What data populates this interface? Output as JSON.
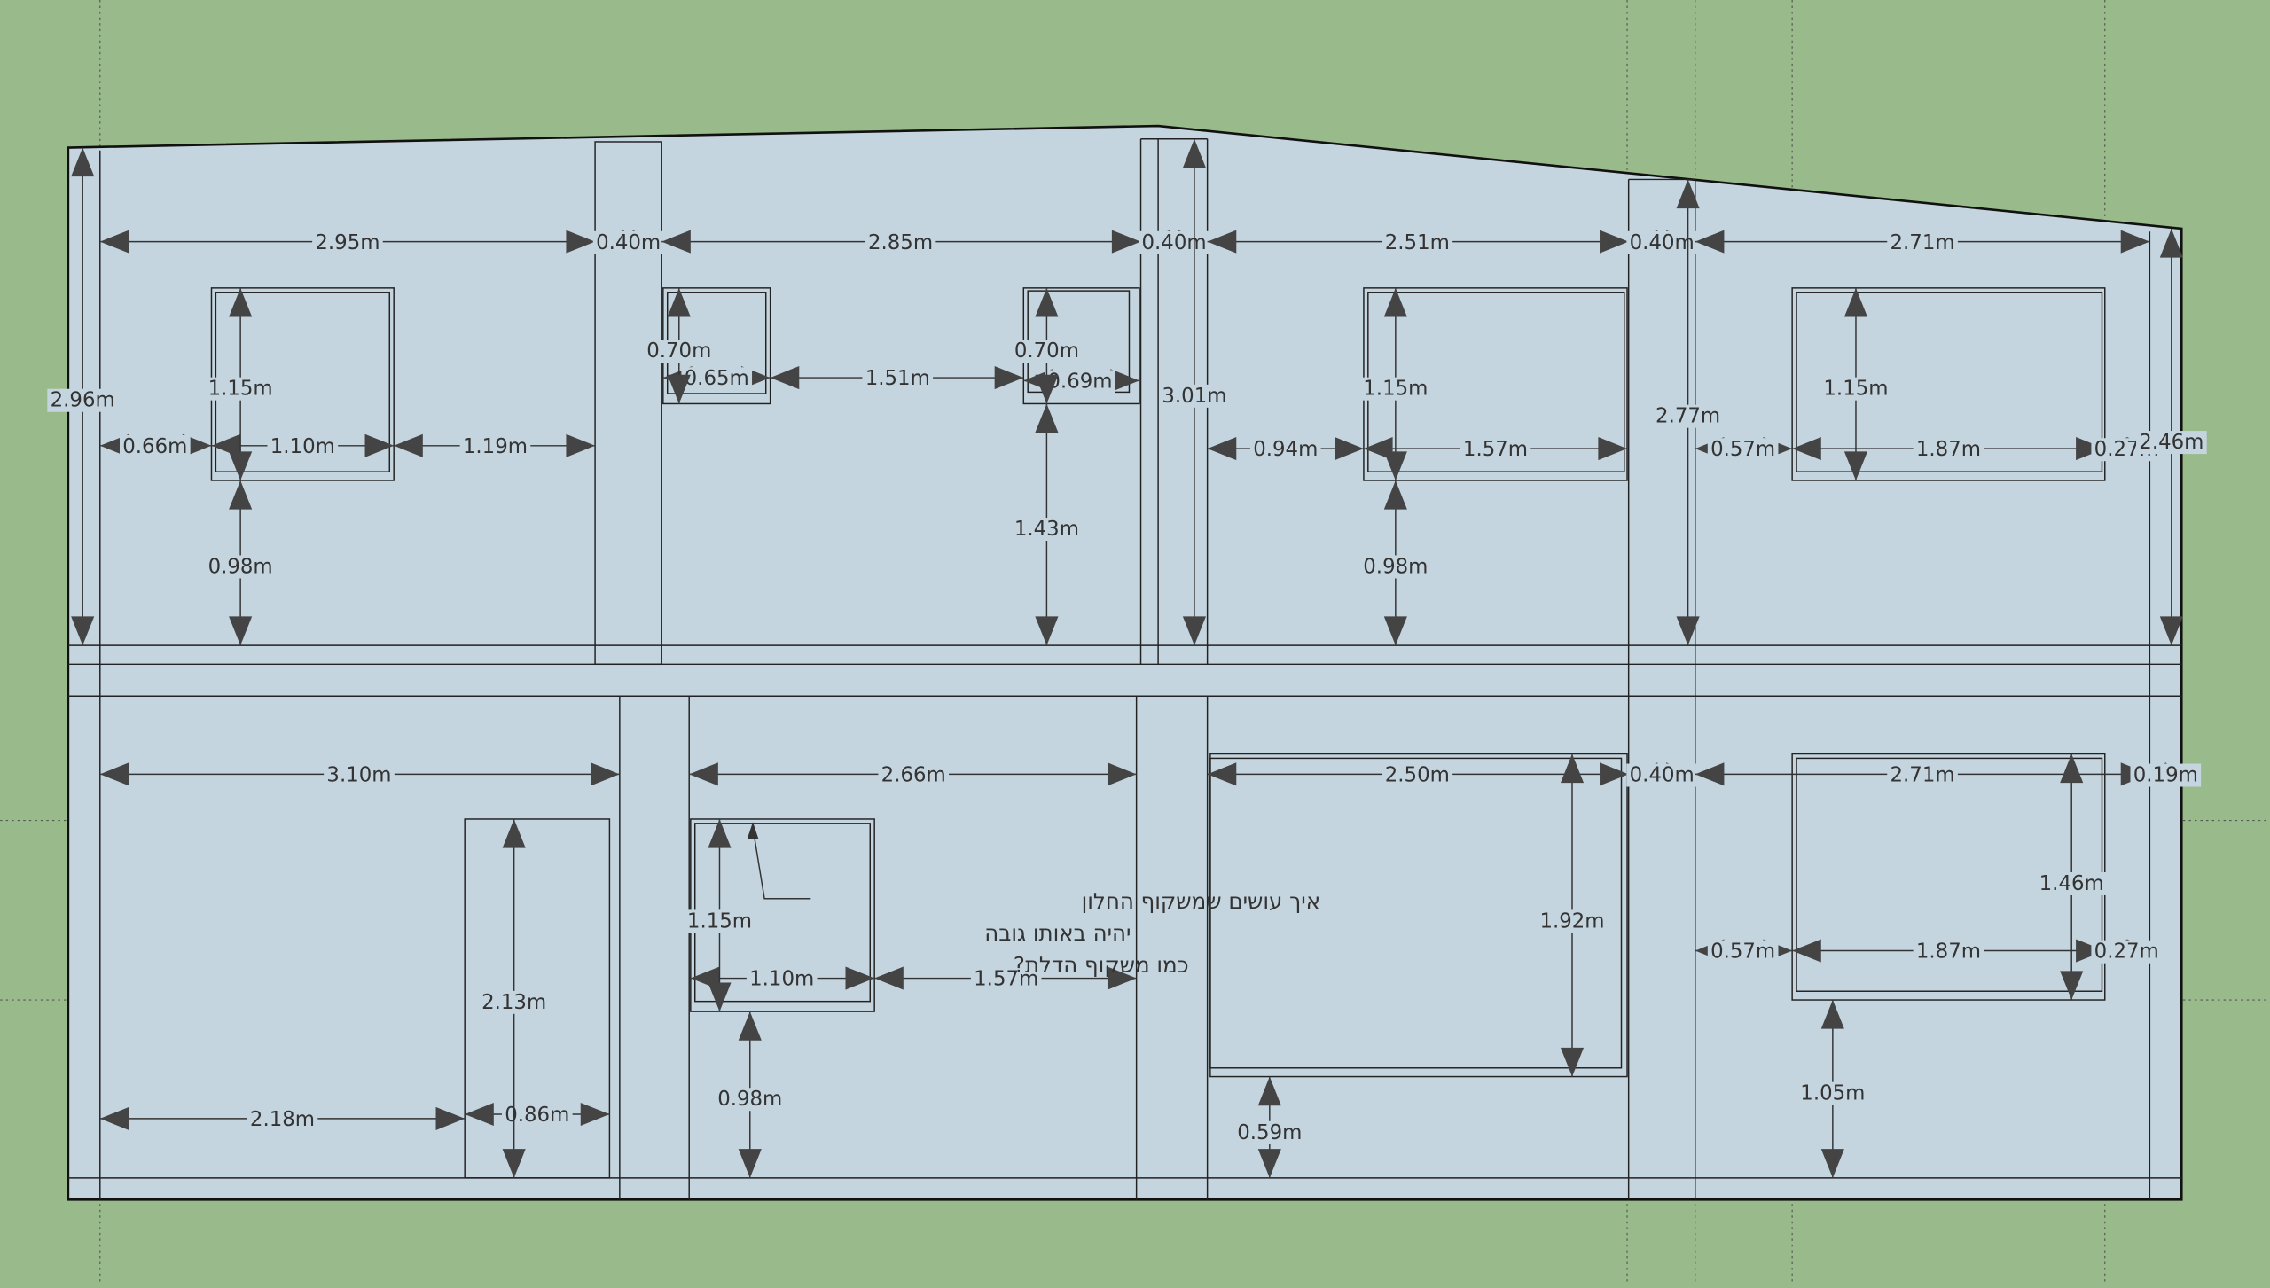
{
  "colors": {
    "background": "#99bb8c",
    "wall": "#c5d5df",
    "line": "#1a1a1a",
    "text": "#333333",
    "label_bg": "#c5d5df"
  },
  "upper_floor": {
    "horizontal": [
      {
        "id": "u-wall-1",
        "text": "2.95m"
      },
      {
        "id": "u-col-1",
        "text": "0.40m"
      },
      {
        "id": "u-wall-2",
        "text": "2.85m"
      },
      {
        "id": "u-col-2",
        "text": "0.40m"
      },
      {
        "id": "u-wall-3",
        "text": "2.51m"
      },
      {
        "id": "u-col-3",
        "text": "0.40m"
      },
      {
        "id": "u-wall-4",
        "text": "2.71m"
      },
      {
        "id": "u-win1-left",
        "text": "0.66m"
      },
      {
        "id": "u-win1-width",
        "text": "1.10m"
      },
      {
        "id": "u-win1-right",
        "text": "1.19m"
      },
      {
        "id": "u-win2-width",
        "text": "0.65m"
      },
      {
        "id": "u-win2-gap",
        "text": "1.51m"
      },
      {
        "id": "u-win3-width",
        "text": "0.69m"
      },
      {
        "id": "u-win4-left",
        "text": "0.94m"
      },
      {
        "id": "u-win4-width",
        "text": "1.57m"
      },
      {
        "id": "u-win5-left",
        "text": "0.57m"
      },
      {
        "id": "u-win5-width",
        "text": "1.87m"
      },
      {
        "id": "u-win5-right",
        "text": "0.27m"
      }
    ],
    "vertical": [
      {
        "id": "u-height-left",
        "text": "2.96m"
      },
      {
        "id": "u-win1-height",
        "text": "1.15m"
      },
      {
        "id": "u-win1-sill",
        "text": "0.98m"
      },
      {
        "id": "u-win2-height",
        "text": "0.70m"
      },
      {
        "id": "u-win3-height",
        "text": "0.70m"
      },
      {
        "id": "u-win3-sill",
        "text": "1.43m"
      },
      {
        "id": "u-height-mid",
        "text": "3.01m"
      },
      {
        "id": "u-win4-height",
        "text": "1.15m"
      },
      {
        "id": "u-win4-sill",
        "text": "0.98m"
      },
      {
        "id": "u-height-col3",
        "text": "2.77m"
      },
      {
        "id": "u-win5-height",
        "text": "1.15m"
      },
      {
        "id": "u-height-right",
        "text": "2.46m"
      }
    ]
  },
  "lower_floor": {
    "horizontal": [
      {
        "id": "l-wall-1",
        "text": "3.10m"
      },
      {
        "id": "l-wall-2",
        "text": "2.66m"
      },
      {
        "id": "l-wall-3",
        "text": "2.50m"
      },
      {
        "id": "l-col-3",
        "text": "0.40m"
      },
      {
        "id": "l-wall-4",
        "text": "2.71m"
      },
      {
        "id": "l-col-right",
        "text": "0.19m"
      },
      {
        "id": "l-door-left",
        "text": "2.18m"
      },
      {
        "id": "l-door-width",
        "text": "0.86m"
      },
      {
        "id": "l-win1-width",
        "text": "1.10m"
      },
      {
        "id": "l-win1-right",
        "text": "1.57m"
      },
      {
        "id": "l-win3-left",
        "text": "0.57m"
      },
      {
        "id": "l-win3-width",
        "text": "1.87m"
      },
      {
        "id": "l-win3-right",
        "text": "0.27m"
      }
    ],
    "vertical": [
      {
        "id": "l-door-height",
        "text": "2.13m"
      },
      {
        "id": "l-win1-height",
        "text": "1.15m"
      },
      {
        "id": "l-win1-sill",
        "text": "0.98m"
      },
      {
        "id": "l-win2-height",
        "text": "1.92m"
      },
      {
        "id": "l-win2-sill",
        "text": "0.59m"
      },
      {
        "id": "l-win3-height",
        "text": "1.46m"
      },
      {
        "id": "l-win3-sill",
        "text": "1.05m"
      }
    ]
  },
  "note": {
    "lines": [
      "איך עושים שמשקוף החלון",
      "יהיה באותו גובה",
      "כמו משקוף הדלת?"
    ]
  }
}
